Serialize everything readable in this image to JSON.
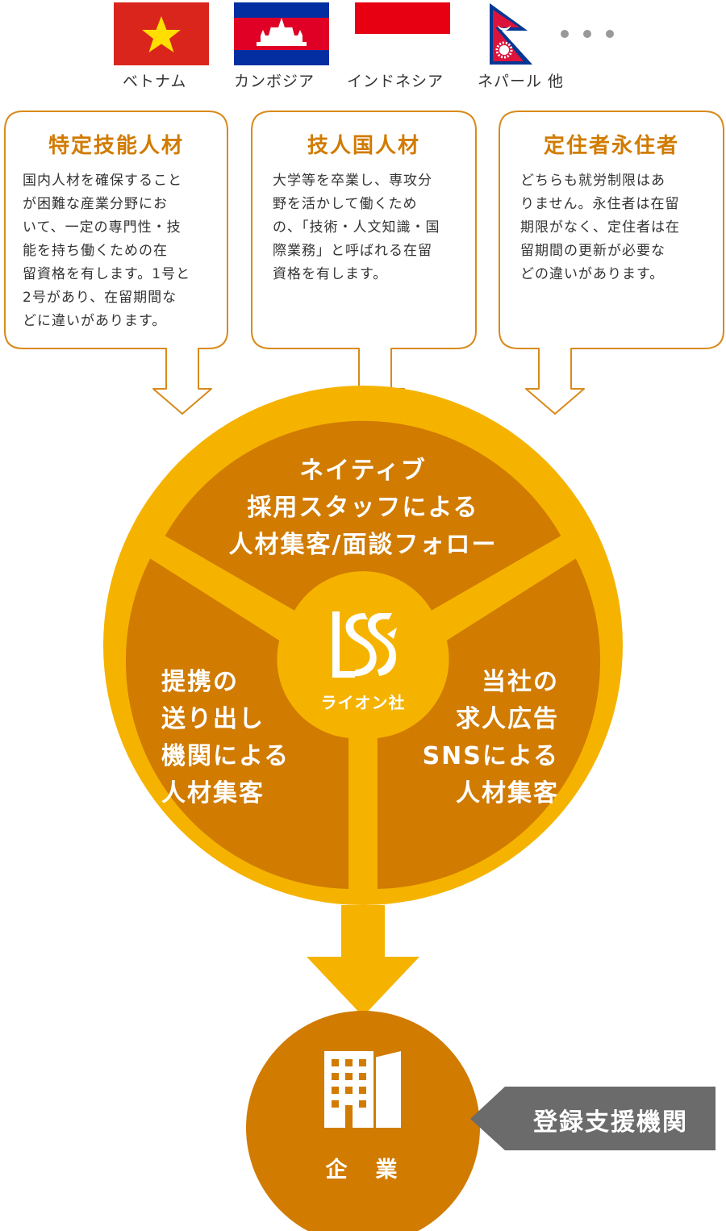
{
  "countries": [
    {
      "name": "ベトナム",
      "icon": "vietnam-flag-icon"
    },
    {
      "name": "カンボジア",
      "icon": "cambodia-flag-icon"
    },
    {
      "name": "インドネシア",
      "icon": "indonesia-flag-icon"
    },
    {
      "name": "ネパール 他",
      "icon": "nepal-flag-icon"
    }
  ],
  "more_icon": "ellipsis-icon",
  "categories": [
    {
      "title": "特定技能人材",
      "text": "国内人材を確保すること\nが困難な産業分野にお\nいて、一定の専門性・技\n能を持ち働くための在\n留資格を有します。1号と\n2号があり、在留期間な\nどに違いがあります。"
    },
    {
      "title": "技人国人材",
      "text": "大学等を卒業し、専攻分\n野を活かして働くため\nの、「技術・人文知識・国\n際業務」と呼ばれる在留\n資格を有します。"
    },
    {
      "title": "定住者永住者",
      "text": "どちらも就労制限はあ\nりません。永住者は在留\n期限がなく、定住者は在\n留期間の更新が必要な\nどの違いがあります。"
    }
  ],
  "segments": {
    "top": "ネイティブ\n採用スタッフによる\n人材集客/面談フォロー",
    "left": "提携の\n送り出し\n機関による\n人材集客",
    "right": "当社の\n求人広告\nSNSによる\n人材集客"
  },
  "center": {
    "label": "ライオン社",
    "icon": "lion-logo-icon"
  },
  "company": {
    "label": "企　業",
    "icon": "building-icon"
  },
  "support": {
    "label": "登録支援機関"
  },
  "colors": {
    "orange_dark": "#d17b00",
    "orange_light": "#f5b300",
    "gray": "#666666"
  }
}
